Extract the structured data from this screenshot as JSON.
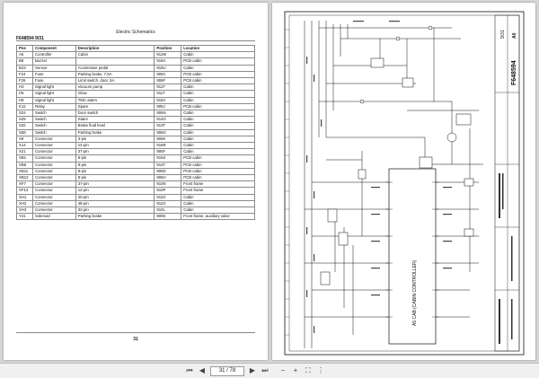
{
  "left_page": {
    "header": "Electric Schematics",
    "figure_id": "F648594 9/31",
    "table": {
      "columns": [
        "Pos",
        "Component",
        "Description",
        "Position",
        "Location"
      ],
      "rows": [
        [
          "A5",
          "Controller",
          "Cabin",
          "912M",
          "Cabin"
        ],
        [
          "B8",
          "Buzzer",
          "",
          "916V",
          "PCB cabin"
        ],
        [
          "B23",
          "Sensor",
          "Accelerator pedal",
          "918U",
          "Cabin"
        ],
        [
          "F24",
          "Fuse",
          "Parking brake, 7.5A",
          "906C",
          "PCB cabin"
        ],
        [
          "F26",
          "Fuse",
          "Limit switch, door, 5A",
          "906F",
          "PCB cabin"
        ],
        [
          "H3",
          "Signal light",
          "Vacuum pump",
          "912T",
          "Cabin"
        ],
        [
          "H5",
          "Signal light",
          "Glow",
          "911T",
          "Cabin"
        ],
        [
          "H8",
          "Signal light",
          "TMC alarm",
          "916V",
          "Cabin"
        ],
        [
          "K12",
          "Relay",
          "Spare",
          "905J",
          "PCB cabin"
        ],
        [
          "S24",
          "Switch",
          "Door switch",
          "906N",
          "Cabin"
        ],
        [
          "S29",
          "Switch",
          "Stairs",
          "914G",
          "Cabin"
        ],
        [
          "S32",
          "Switch",
          "Brake fluid level",
          "913T",
          "Cabin"
        ],
        [
          "S58",
          "Switch",
          "Parking brake",
          "906G",
          "Cabin"
        ],
        [
          "X9",
          "Connector",
          "3-pin",
          "906K",
          "Cabin"
        ],
        [
          "X14",
          "Connector",
          "14-pin",
          "916R",
          "Cabin"
        ],
        [
          "X21",
          "Connector",
          "37-pin",
          "905F",
          "Cabin"
        ],
        [
          "XB1",
          "Connector",
          "8-pin",
          "915S",
          "PCB cabin"
        ],
        [
          "XB6",
          "Connector",
          "8-pin",
          "914T",
          "PCB cabin"
        ],
        [
          "XB11",
          "Connector",
          "8-pin",
          "906D",
          "PCB cabin"
        ],
        [
          "XB12",
          "Connector",
          "8-pin",
          "906H",
          "PCB cabin"
        ],
        [
          "XF7",
          "Connector",
          "37-pin",
          "910N",
          "Front frame"
        ],
        [
          "XF13",
          "Connector",
          "12-pin",
          "910P",
          "Front frame"
        ],
        [
          "XH1",
          "Connector",
          "20-pin",
          "911O",
          "Cabin"
        ],
        [
          "XH2",
          "Connector",
          "48-pin",
          "911O",
          "Cabin"
        ],
        [
          "XH3",
          "Connector",
          "32-pin",
          "910L",
          "Cabin"
        ],
        [
          "Y41",
          "Solenoid",
          "Parking brake",
          "909S",
          "Front frame, auxiliary valve"
        ]
      ]
    },
    "page_number": "31"
  },
  "right_page": {
    "drawing_number": "F648594",
    "sheet": "9/31",
    "revision": "A0",
    "controller_label": "A5 CAB (CABIN CONTROLLER)"
  },
  "toolbar": {
    "page_value": "31 / 78"
  }
}
